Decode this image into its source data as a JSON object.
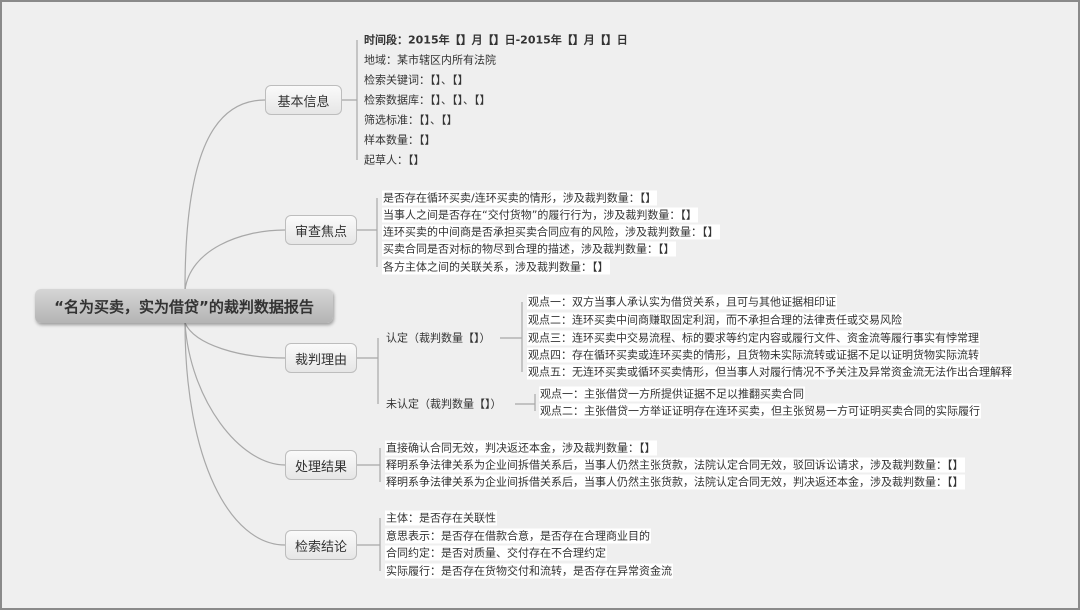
{
  "root": "“名为买卖，实为借贷”的裁判数据报告",
  "branches": {
    "basic": {
      "label": "基本信息",
      "items": [
        "时间段：2015年【】月【】日-2015年【】月【】日",
        "地域：某市辖区内所有法院",
        "检索关键词：【】、【】",
        "检索数据库：【】、【】、【】",
        "筛选标准：【】、【】",
        "样本数量：【】",
        "起草人：【】"
      ]
    },
    "focus": {
      "label": "审查焦点",
      "items": [
        "是否存在循环买卖/连环买卖的情形，涉及裁判数量：【】",
        "当事人之间是否存在“交付货物”的履行行为，涉及裁判数量：【】",
        "连环买卖的中间商是否承担买卖合同应有的风险，涉及裁判数量：【】",
        "买卖合同是否对标的物尽到合理的描述，涉及裁判数量：【】",
        "各方主体之间的关联关系，涉及裁判数量：【】"
      ]
    },
    "reason": {
      "label": "裁判理由",
      "affirm": {
        "label": "认定（裁判数量【】）",
        "items": [
          "观点一：双方当事人承认实为借贷关系，且可与其他证据相印证",
          "观点二：连环买卖中间商赚取固定利润，而不承担合理的法律责任或交易风险",
          "观点三：连环买卖中交易流程、标的要求等约定内容或履行文件、资金流等履行事实有悖常理",
          "观点四：存在循环买卖或连环买卖的情形，且货物未实际流转或证据不足以证明货物实际流转",
          "观点五：无连环买卖或循环买卖情形，但当事人对履行情况不予关注及异常资金流无法作出合理解释"
        ]
      },
      "deny": {
        "label": "未认定（裁判数量【】）",
        "items": [
          "观点一：主张借贷一方所提供证据不足以推翻买卖合同",
          "观点二：主张借贷一方举证证明存在连环买卖，但主张贸易一方可证明买卖合同的实际履行"
        ]
      }
    },
    "result": {
      "label": "处理结果",
      "items": [
        "直接确认合同无效，判决返还本金，涉及裁判数量：【】",
        "释明系争法律关系为企业间拆借关系后，当事人仍然主张货款，法院认定合同无效，驳回诉讼请求，涉及裁判数量：【】",
        "释明系争法律关系为企业间拆借关系后，当事人仍然主张货款，法院认定合同无效，判决返还本金，涉及裁判数量：【】"
      ]
    },
    "conclusion": {
      "label": "检索结论",
      "items": [
        "主体：是否存在关联性",
        "意思表示：是否存在借款合意，是否存在合理商业目的",
        "合同约定：是否对质量、交付存在不合理约定",
        "实际履行：是否存在货物交付和流转，是否存在异常资金流"
      ]
    }
  }
}
